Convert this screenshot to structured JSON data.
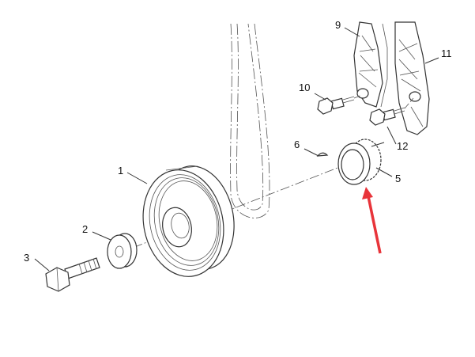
{
  "diagram": {
    "callouts": [
      {
        "id": "1",
        "part": "crankshaft-balancer-pulley"
      },
      {
        "id": "2",
        "part": "washer"
      },
      {
        "id": "3",
        "part": "balancer-bolt"
      },
      {
        "id": "5",
        "part": "crankshaft-sprocket"
      },
      {
        "id": "6",
        "part": "woodruff-key"
      },
      {
        "id": "9",
        "part": "timing-chain-guide"
      },
      {
        "id": "10",
        "part": "guide-bolt"
      },
      {
        "id": "11",
        "part": "tensioner-guide"
      },
      {
        "id": "12",
        "part": "guide-bolt"
      }
    ],
    "highlight_color": "#e8343a"
  }
}
